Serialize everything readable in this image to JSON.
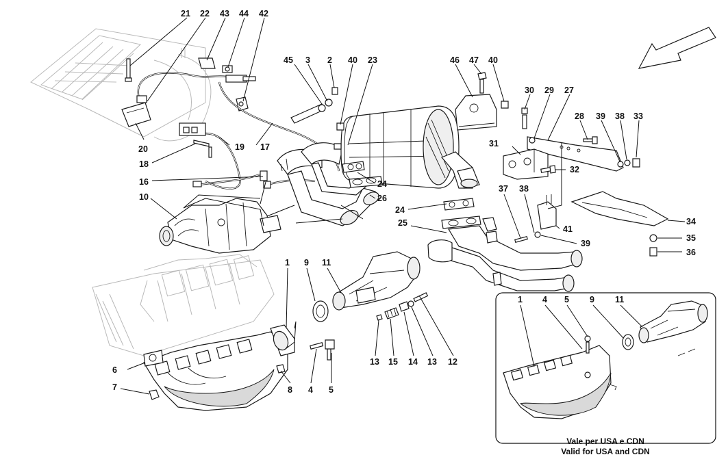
{
  "callouts": [
    "21",
    "22",
    "43",
    "44",
    "42",
    "45",
    "3",
    "2",
    "40",
    "23",
    "46",
    "47",
    "40",
    "30",
    "29",
    "27",
    "28",
    "39",
    "38",
    "33",
    "31",
    "32",
    "20",
    "19",
    "17",
    "18",
    "16",
    "24",
    "26",
    "24",
    "10",
    "25",
    "37",
    "38",
    "41",
    "34",
    "35",
    "39",
    "36",
    "1",
    "9",
    "11",
    "6",
    "7",
    "8",
    "4",
    "5",
    "13",
    "15",
    "14",
    "13",
    "12"
  ],
  "inset": {
    "callouts": [
      "1",
      "4",
      "5",
      "9",
      "11"
    ],
    "caption_it": "Vale per USA e CDN",
    "caption_en": "Valid for USA and CDN"
  },
  "direction_arrow": "arrow-icon",
  "colors": {
    "ink": "#111111",
    "ghost": "#b9b9b9",
    "fill": "#ffffff",
    "shade": "#d9d9d9"
  }
}
